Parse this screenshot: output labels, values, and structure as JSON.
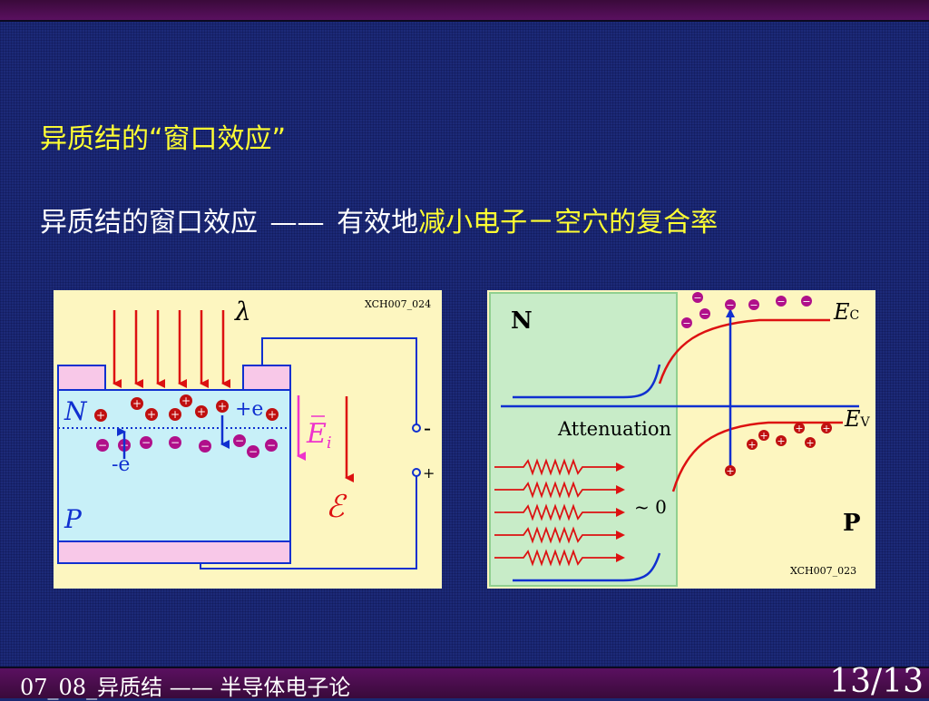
{
  "slide": {
    "heading": "异质结的“窗口效应”",
    "subline": {
      "part1": "异质结的窗口效应",
      "dash": "——",
      "part2": "有效地",
      "highlight": "减小电子－空穴的复合率"
    }
  },
  "left_figure": {
    "code": "XCH007_024",
    "lambda": "λ",
    "n_label": "N",
    "p_label": "P",
    "plus_e": "+e",
    "minus_e": "-e",
    "field_label": "E",
    "field_sub": "i",
    "emf": "ℰ",
    "terminal_minus": "-",
    "terminal_plus": "+"
  },
  "right_figure": {
    "code": "XCH007_023",
    "n_label": "N",
    "p_label": "P",
    "ec_label": "E",
    "ec_sub": "C",
    "ev_label": "E",
    "ev_sub": "V",
    "attenuation": "Attenuation",
    "approx_zero": "~ 0"
  },
  "footer": {
    "title": "07_08_异质结 —— 半导体电子论",
    "page": "13/13"
  },
  "colors": {
    "background": "#1c2a78",
    "highlight": "#ffff33",
    "panel": "#fdf6c0",
    "arrow_red": "#dd1111",
    "wire_blue": "#1030d0"
  }
}
